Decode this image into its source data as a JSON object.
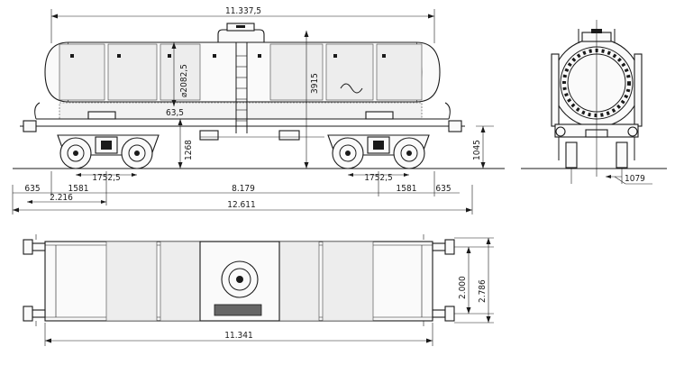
{
  "drawing": {
    "side": {
      "overall_length": "11.337,5",
      "tank_diameter": "⌀2082,5",
      "height_total": "3915",
      "height_frame": "1268",
      "height_buffer": "1045",
      "offset_small": "63,5",
      "bogie_wheelbase_left": "1752,5",
      "bogie_wheelbase_right": "1752,5",
      "end_left": "635",
      "end_right": "635",
      "bogie_left": "1581",
      "bogie_right": "1581",
      "bogie_centres": "8.179",
      "pivot_offset": "2.216",
      "length_over_buffers": "12.611"
    },
    "end": {
      "track_gauge": "1079"
    },
    "plan": {
      "length": "11.341",
      "width_inner": "2.000",
      "width_outer": "2.786"
    }
  },
  "colors": {
    "line": "#1a1a1a",
    "panel": "#ededed",
    "background": "#ffffff"
  }
}
